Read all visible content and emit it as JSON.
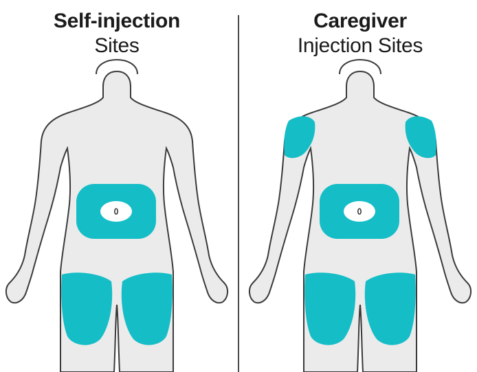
{
  "panels": [
    {
      "title_line1": "Self-injection",
      "title_line2": "Sites",
      "sites": [
        "abdomen",
        "left-thigh",
        "right-thigh"
      ]
    },
    {
      "title_line1": "Caregiver",
      "title_line2": "Injection Sites",
      "sites": [
        "left-upper-arm",
        "right-upper-arm",
        "abdomen",
        "left-thigh",
        "right-thigh"
      ]
    }
  ],
  "colors": {
    "site": "#15bdc7",
    "body_fill": "#ebebeb",
    "body_outline": "#3a3a3a",
    "divider": "#4a4a4a"
  }
}
